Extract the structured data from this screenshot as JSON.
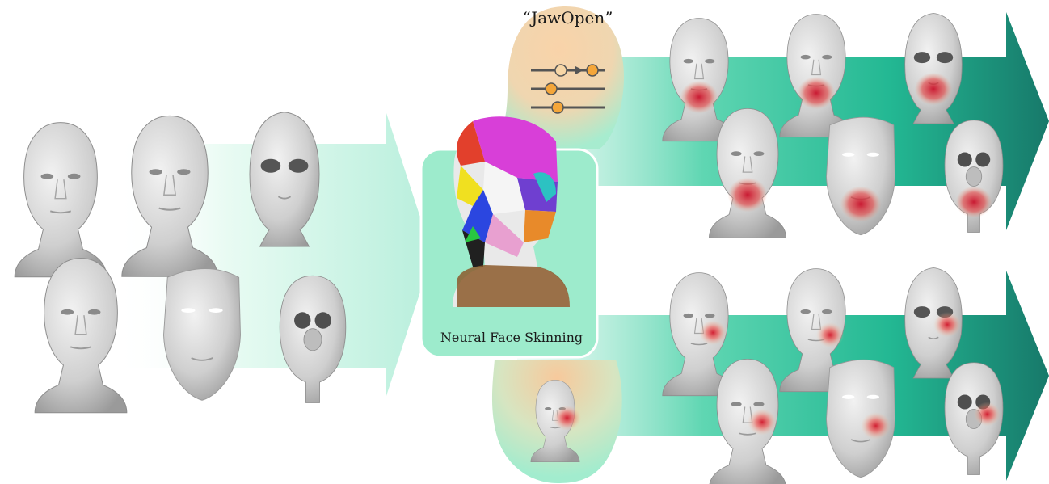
{
  "command_label": "“JawOpen”",
  "center_caption": "Neural Face Skinning",
  "colors": {
    "left_arrow": "#b8efdc",
    "right_arrow_start": "#c9f4e3",
    "right_arrow_mid": "#27c19a",
    "right_arrow_end": "#1a7a6a",
    "center_panel": "#9debcc",
    "blob_orange": "#f7c99c",
    "blob_green": "#a8efd1",
    "slider_knob": "#f4a63a",
    "slider_line": "#555555",
    "head_base": "#cfcfcf",
    "deform_red": "#d0182a"
  },
  "icons": [
    "slider-icon",
    "head-icon",
    "arrow-icon",
    "point-cloud-head"
  ]
}
